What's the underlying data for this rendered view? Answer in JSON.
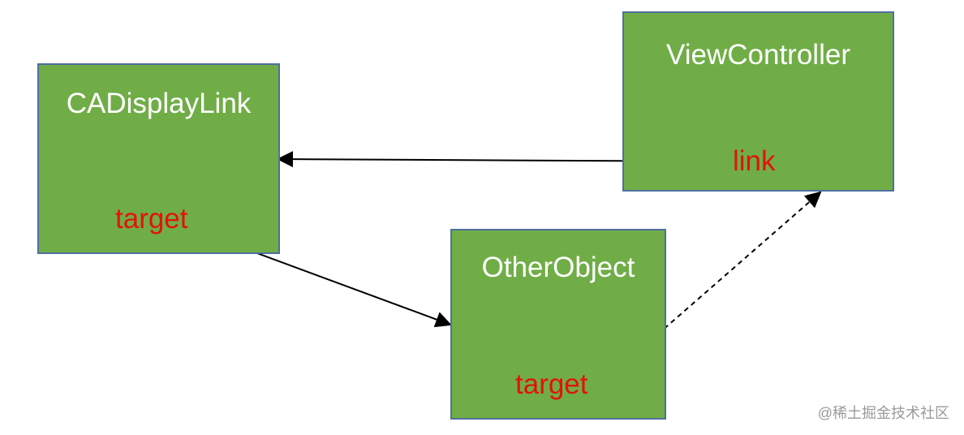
{
  "diagram": {
    "nodes": [
      {
        "id": "cadisplaylink",
        "title": "CADisplayLink",
        "field": "target",
        "fill": "#70AD47",
        "title_color": "#FFFFFF",
        "field_color": "#E3120B"
      },
      {
        "id": "viewcontroller",
        "title": "ViewController",
        "field": "link",
        "fill": "#70AD47",
        "title_color": "#FFFFFF",
        "field_color": "#E3120B"
      },
      {
        "id": "otherobject",
        "title": "OtherObject",
        "field": "target",
        "fill": "#70AD47",
        "title_color": "#FFFFFF",
        "field_color": "#E3120B"
      }
    ],
    "edges": [
      {
        "from": "viewcontroller.link",
        "to": "cadisplaylink",
        "style": "solid"
      },
      {
        "from": "cadisplaylink.target",
        "to": "otherobject",
        "style": "solid"
      },
      {
        "from": "otherobject.target",
        "to": "viewcontroller",
        "style": "dashed"
      }
    ]
  },
  "watermark": "@稀土掘金技术社区"
}
